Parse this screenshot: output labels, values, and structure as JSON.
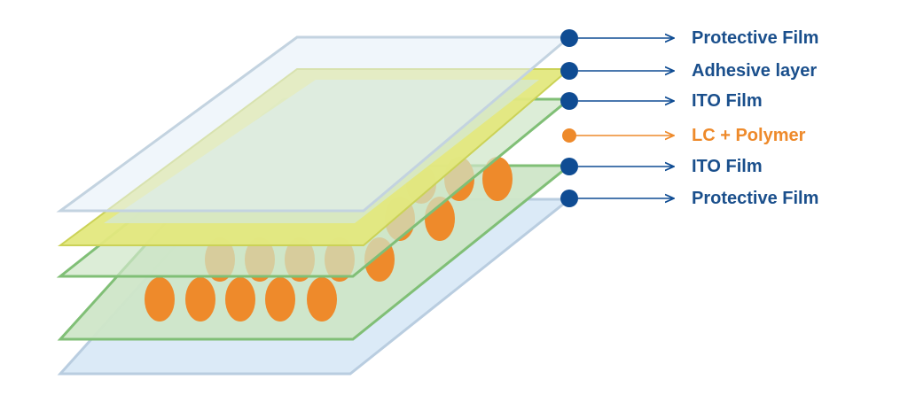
{
  "diagram": {
    "layers": [
      {
        "label": "Protective Film",
        "color": "#1a4f8c"
      },
      {
        "label": "Adhesive layer",
        "color": "#1a4f8c"
      },
      {
        "label": "ITO Film",
        "color": "#1a4f8c"
      },
      {
        "label": "LC + Polymer",
        "color": "#ee8a2b"
      },
      {
        "label": "ITO Film",
        "color": "#1a4f8c"
      },
      {
        "label": "Protective Film",
        "color": "#1a4f8c"
      }
    ],
    "colors": {
      "protective_fill": "#d5e7f5",
      "protective_edge": "#b9cde0",
      "adhesive_fill": "#e3e87e",
      "adhesive_edge": "#c7cf4e",
      "ito_fill": "#cde6c6",
      "ito_edge": "#7dbd74",
      "lc_droplet": "#ee8a2b",
      "marker_dot": "#0f4c93"
    }
  }
}
